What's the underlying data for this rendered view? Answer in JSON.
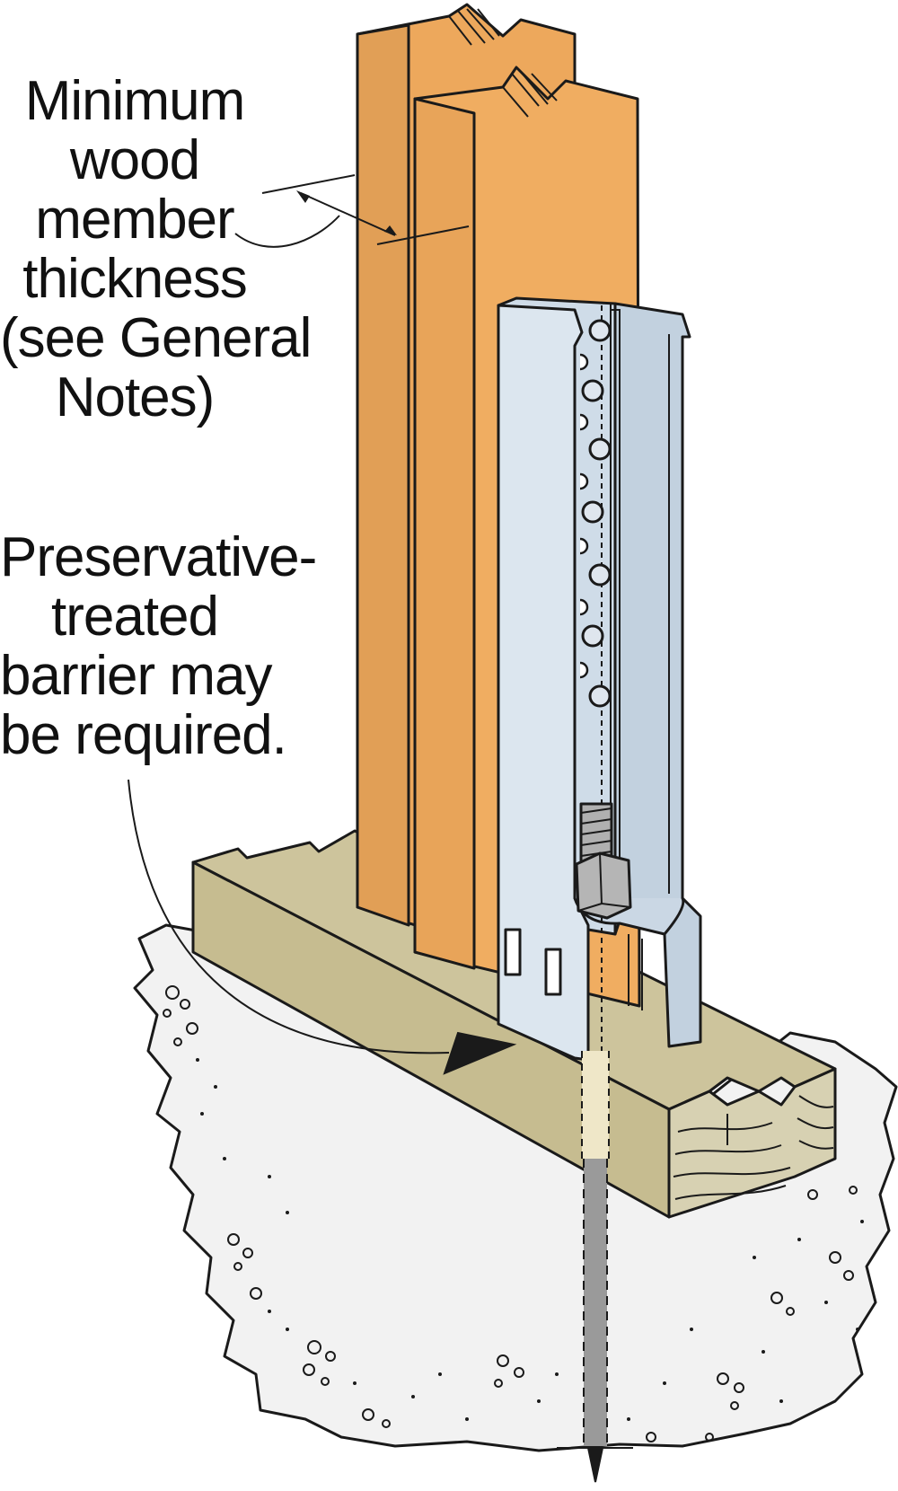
{
  "labels": {
    "minimum_thickness": {
      "lines": [
        "Minimum",
        "wood",
        "member",
        "thickness",
        "(see General",
        "Notes)"
      ]
    },
    "preservative_barrier": {
      "lines": [
        "Preservative-",
        "treated",
        "barrier may",
        "be required."
      ]
    }
  },
  "colors": {
    "wood_post": "#EDA85C",
    "wood_sill": "#C9BF95",
    "steel": "#CFDCE8",
    "concrete": "#F2F2F2",
    "line": "#1A1A1A",
    "nut": "#B5B5B5",
    "anchor_rod": "#9A9A9A"
  },
  "icons": {
    "hold_down_bracket": "hold-down-bracket-icon",
    "anchor_bolt": "anchor-bolt-icon"
  }
}
